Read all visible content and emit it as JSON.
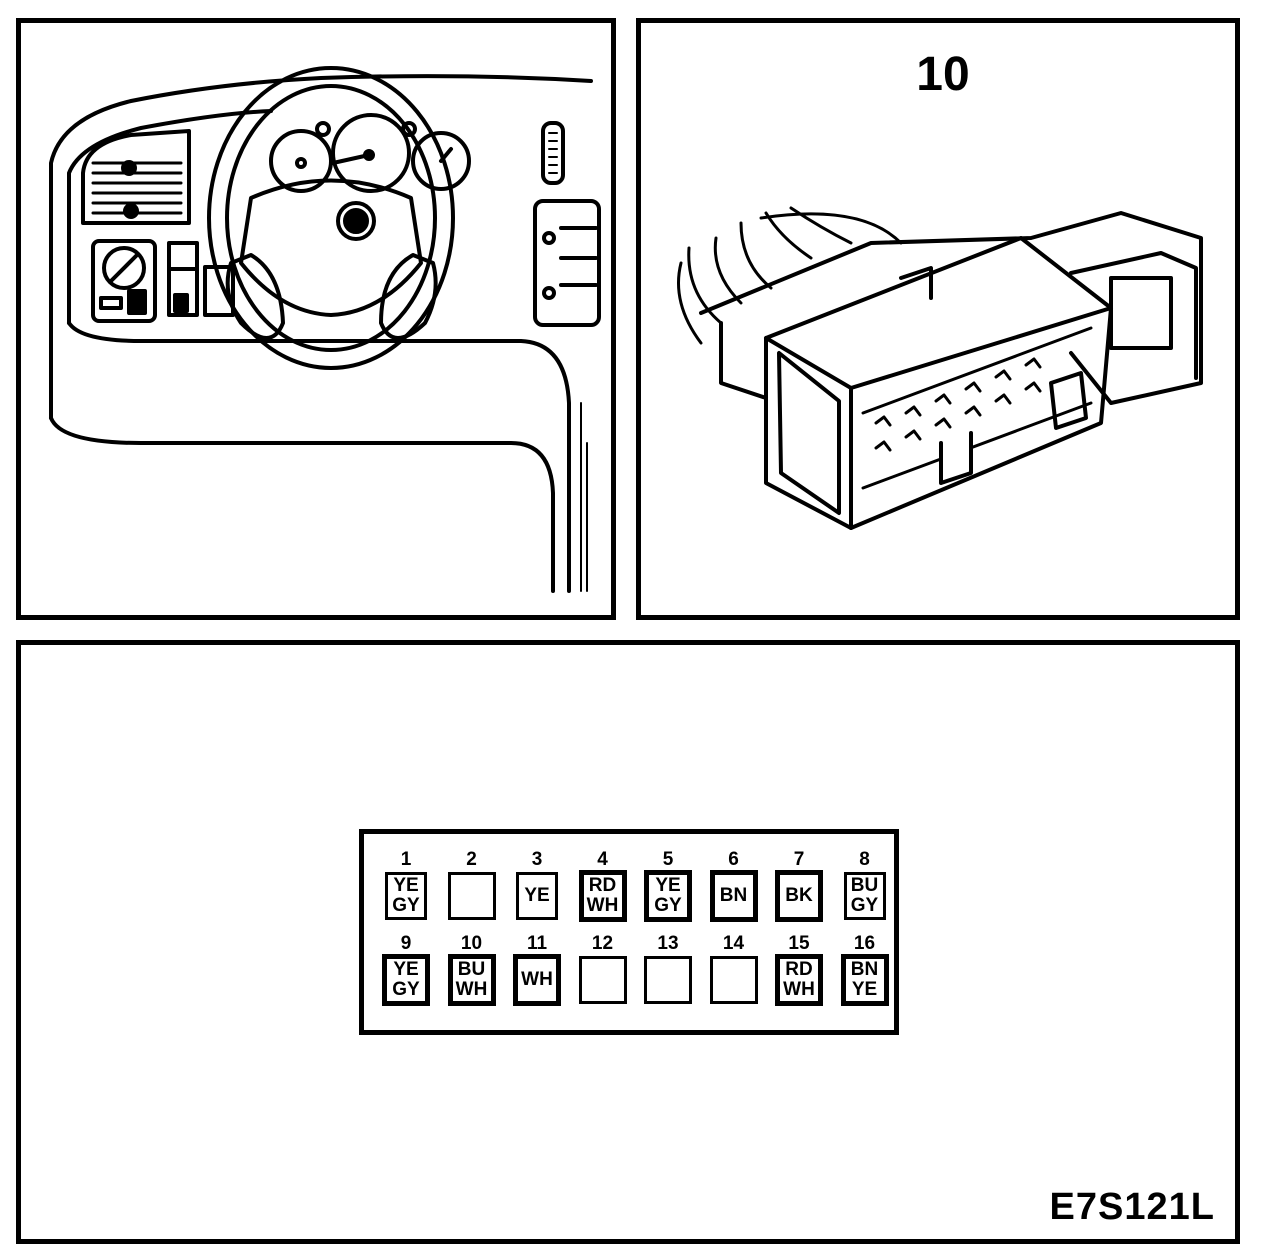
{
  "connector_view": {
    "number": "10"
  },
  "figure_code": "E7S121L",
  "pinout": {
    "top_row": [
      {
        "pin": "1",
        "line1": "YE",
        "line2": "GY",
        "thick": false
      },
      {
        "pin": "2",
        "line1": "",
        "line2": "",
        "thick": false
      },
      {
        "pin": "3",
        "line1": "YE",
        "line2": "",
        "thick": false
      },
      {
        "pin": "4",
        "line1": "RD",
        "line2": "WH",
        "thick": true
      },
      {
        "pin": "5",
        "line1": "YE",
        "line2": "GY",
        "thick": true
      },
      {
        "pin": "6",
        "line1": "BN",
        "line2": "",
        "thick": true
      },
      {
        "pin": "7",
        "line1": "BK",
        "line2": "",
        "thick": true
      },
      {
        "pin": "8",
        "line1": "BU",
        "line2": "GY",
        "thick": false
      }
    ],
    "bottom_row": [
      {
        "pin": "9",
        "line1": "YE",
        "line2": "GY",
        "thick": true
      },
      {
        "pin": "10",
        "line1": "BU",
        "line2": "WH",
        "thick": true
      },
      {
        "pin": "11",
        "line1": "WH",
        "line2": "",
        "thick": true
      },
      {
        "pin": "12",
        "line1": "",
        "line2": "",
        "thick": false
      },
      {
        "pin": "13",
        "line1": "",
        "line2": "",
        "thick": false
      },
      {
        "pin": "14",
        "line1": "",
        "line2": "",
        "thick": false
      },
      {
        "pin": "15",
        "line1": "RD",
        "line2": "WH",
        "thick": true
      },
      {
        "pin": "16",
        "line1": "BN",
        "line2": "YE",
        "thick": true
      }
    ]
  }
}
